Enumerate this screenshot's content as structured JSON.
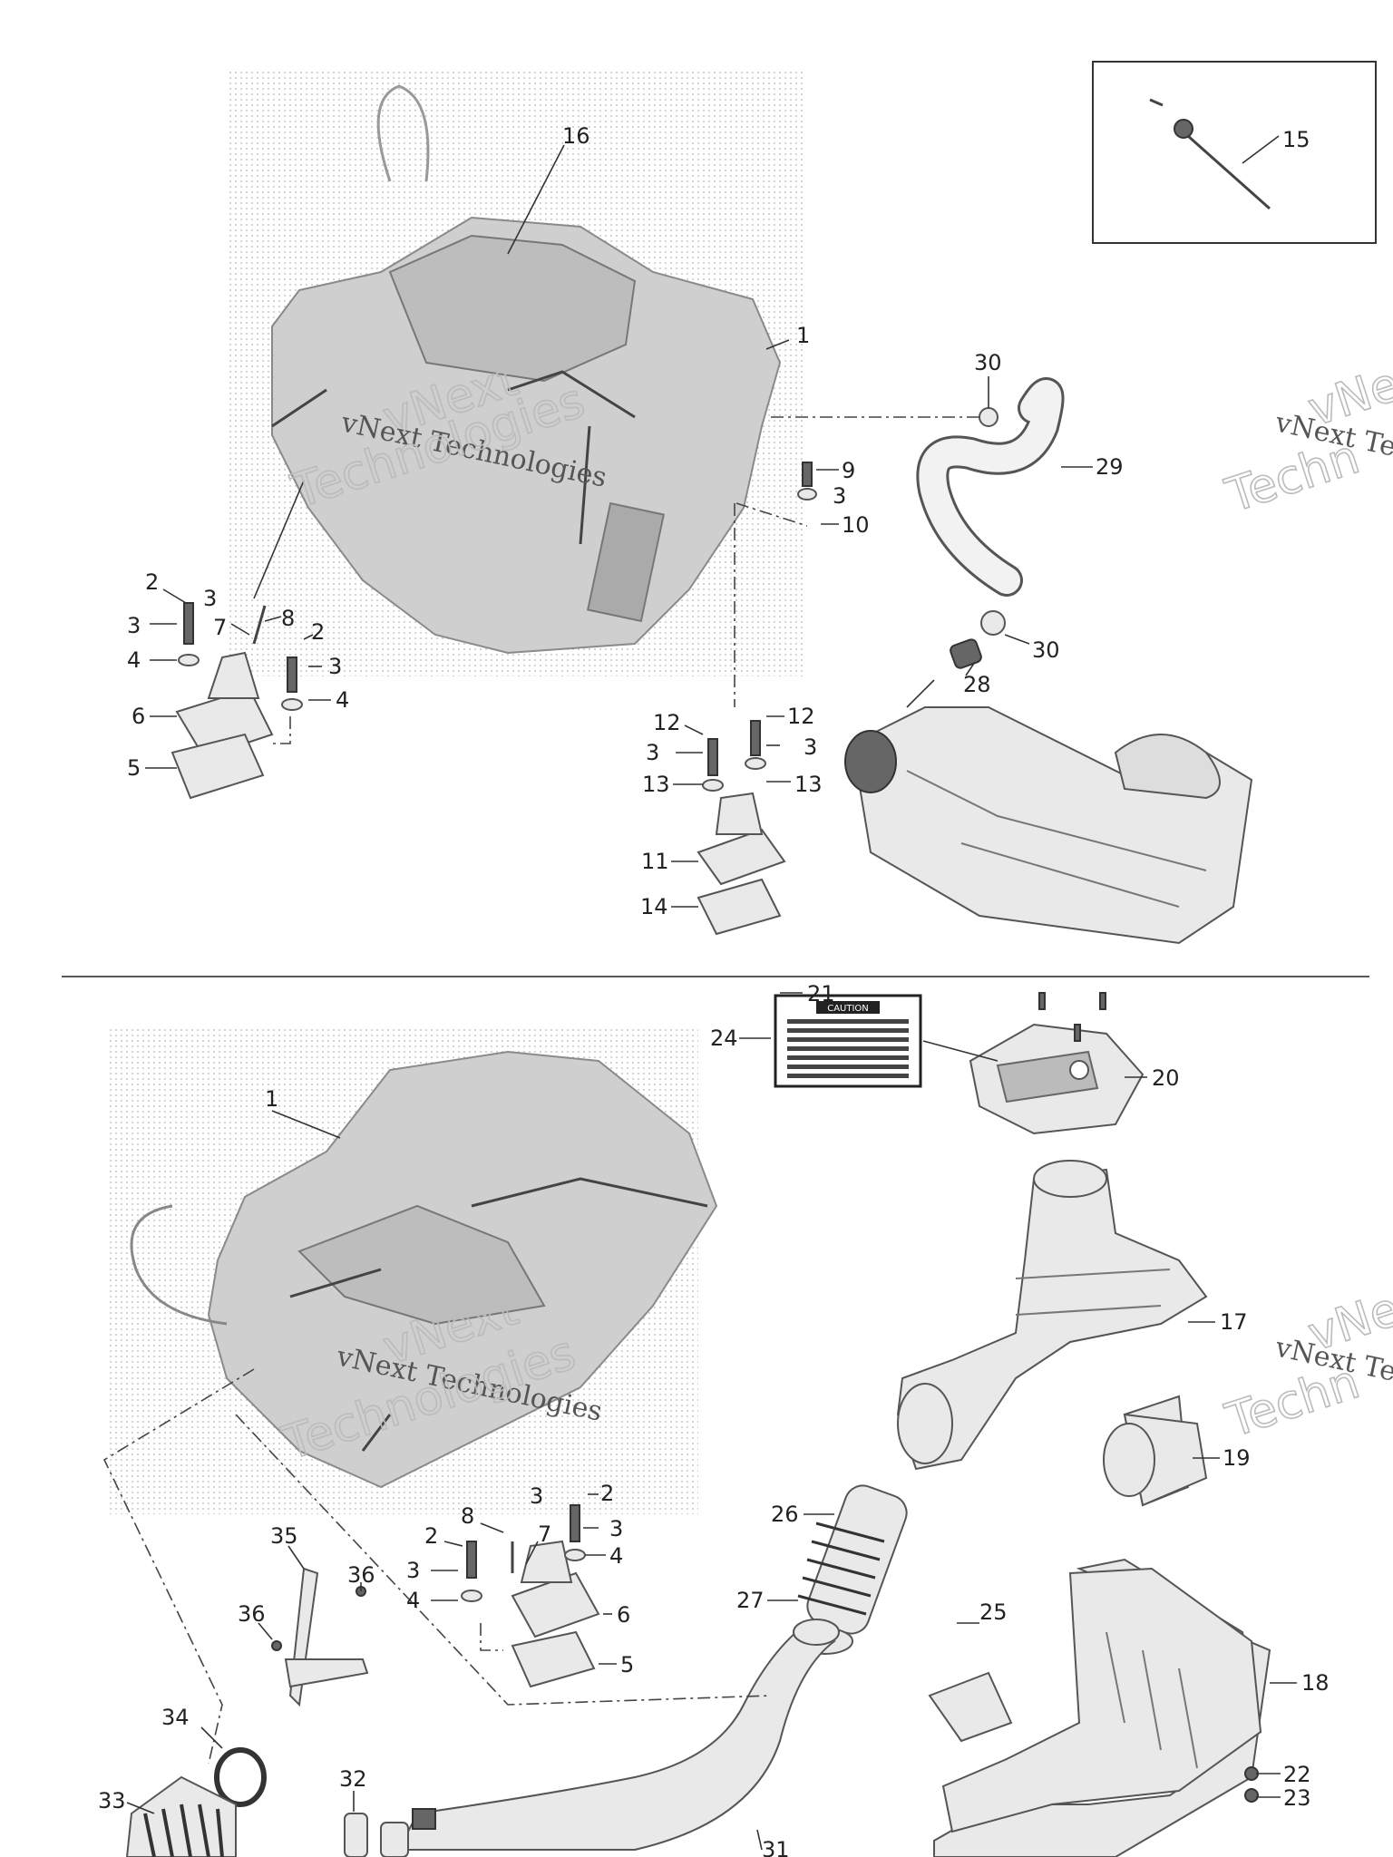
{
  "watermark": {
    "line1": "vNext",
    "line2": "vNext Technologies",
    "line3": "Technologies",
    "edge_line1": "vNe",
    "edge_line2": "vNext Te",
    "edge_line3": "Techn"
  },
  "callouts": {
    "p1a": "1",
    "p1b": "1",
    "p2a": "2",
    "p2b": "2",
    "p2c": "2",
    "p2d": "2",
    "p3a": "3",
    "p3b": "3",
    "p3c": "3",
    "p3d": "3",
    "p3e": "3",
    "p3f": "3",
    "p3g": "3",
    "p3h": "3",
    "p3i": "3",
    "p4a": "4",
    "p4b": "4",
    "p4c": "4",
    "p4d": "4",
    "p5a": "5",
    "p5b": "5",
    "p6a": "6",
    "p6b": "6",
    "p7a": "7",
    "p7b": "7",
    "p8a": "8",
    "p8b": "8",
    "p9": "9",
    "p10": "10",
    "p11": "11",
    "p12a": "12",
    "p12b": "12",
    "p13a": "13",
    "p13b": "13",
    "p14": "14",
    "p15": "15",
    "p16": "16",
    "p17": "17",
    "p18": "18",
    "p19": "19",
    "p20": "20",
    "p21": "21",
    "p22": "22",
    "p23": "23",
    "p24": "24",
    "p25": "25",
    "p26": "26",
    "p27": "27",
    "p28": "28",
    "p29": "29",
    "p30a": "30",
    "p30b": "30",
    "p31": "31",
    "p32": "32",
    "p33": "33",
    "p34": "34",
    "p35": "35",
    "p36a": "36",
    "p36b": "36"
  },
  "label_24": {
    "header": "CAUTION"
  }
}
